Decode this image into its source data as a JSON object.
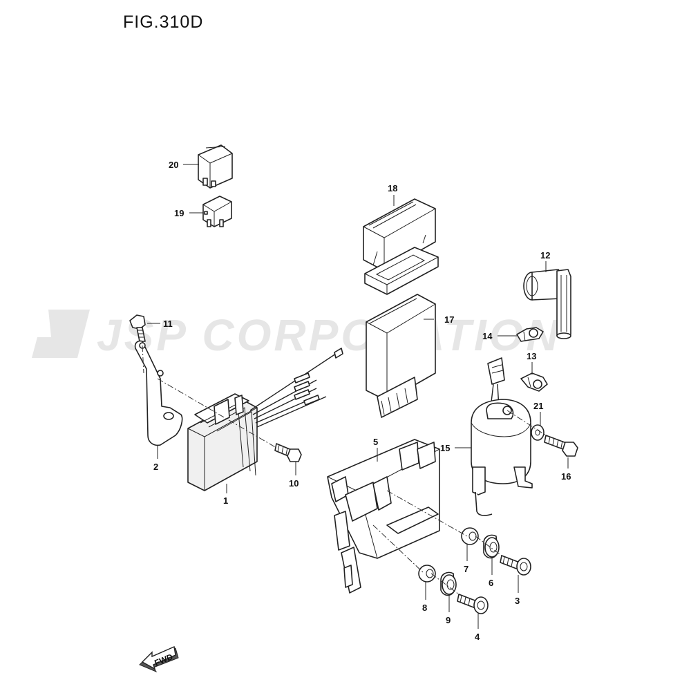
{
  "figure": {
    "title": "FIG.310D"
  },
  "watermark": {
    "text": "JSP CORPORATION"
  },
  "fwd": {
    "label": "FWD"
  },
  "callouts": [
    {
      "id": "1",
      "label": "1"
    },
    {
      "id": "2",
      "label": "2"
    },
    {
      "id": "3",
      "label": "3"
    },
    {
      "id": "4",
      "label": "4"
    },
    {
      "id": "5",
      "label": "5"
    },
    {
      "id": "6",
      "label": "6"
    },
    {
      "id": "7",
      "label": "7"
    },
    {
      "id": "8",
      "label": "8"
    },
    {
      "id": "9",
      "label": "9"
    },
    {
      "id": "10",
      "label": "10"
    },
    {
      "id": "11",
      "label": "11"
    },
    {
      "id": "12",
      "label": "12"
    },
    {
      "id": "13",
      "label": "13"
    },
    {
      "id": "14",
      "label": "14"
    },
    {
      "id": "15",
      "label": "15"
    },
    {
      "id": "16",
      "label": "16"
    },
    {
      "id": "17",
      "label": "17"
    },
    {
      "id": "18",
      "label": "18"
    },
    {
      "id": "19",
      "label": "19"
    },
    {
      "id": "20",
      "label": "20"
    },
    {
      "id": "21",
      "label": "21"
    }
  ]
}
